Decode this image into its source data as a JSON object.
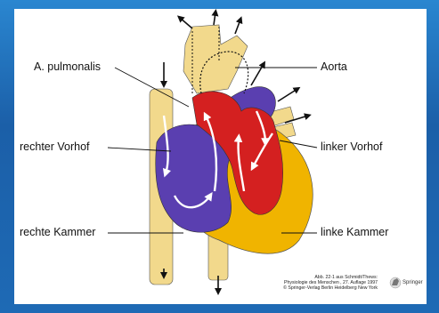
{
  "labels": {
    "pulmonary_artery": "A. pulmonalis",
    "aorta": "Aorta",
    "right_atrium": "rechter Vorhof",
    "left_atrium": "linker Vorhof",
    "right_ventricle": "rechte Kammer",
    "left_ventricle": "linke Kammer"
  },
  "credit": {
    "line1": "Abb. 22-1 aus Schmidt/Thews:",
    "line2": "Physiologie des Menschen , 27. Auflage 1997",
    "line3": "© Springer-Verlag Berlin Heidelberg New York"
  },
  "publisher": "Springer",
  "colors": {
    "venous_blue": "#5a3fb0",
    "arterial_red": "#d42020",
    "vessel_yellow": "#f2d98c",
    "heart_orange": "#f0b400"
  }
}
